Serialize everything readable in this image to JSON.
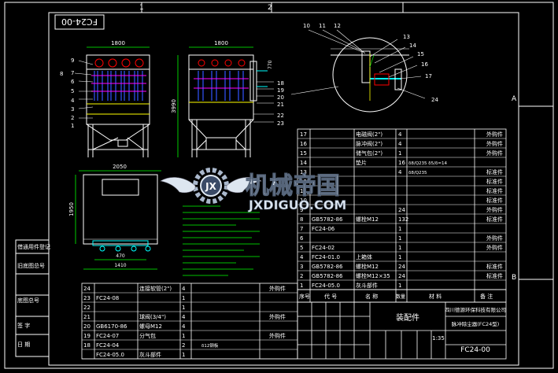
{
  "drawing_no_stamp": "FC24-00",
  "dims": {
    "front_width": "1800",
    "side_width": "1800",
    "height_total": "3990",
    "height_upper": "770",
    "plan_width": "2050",
    "plan_depth": "1950",
    "plan_inner": "1410",
    "plan_b": "470"
  },
  "front_callouts": [
    "9",
    "8",
    "7",
    "6",
    "5",
    "4",
    "3",
    "2",
    "1"
  ],
  "side_callouts": [
    "18",
    "19",
    "20",
    "21",
    "22",
    "23"
  ],
  "detail_callouts": [
    "10",
    "11",
    "12",
    "13",
    "14",
    "15",
    "16",
    "17",
    "24"
  ],
  "border_letters": {
    "A": "A",
    "B": "B"
  },
  "border_numbers": {
    "n1": "1",
    "n2": "2"
  },
  "watermark": {
    "cn": "机械帝国",
    "en": "JXDIGUO.COM"
  },
  "bom_right": [
    {
      "no": "17",
      "code": "",
      "name": "电磁阀(2\")",
      "qty": "4",
      "mat": "",
      "note": "外购件"
    },
    {
      "no": "16",
      "code": "",
      "name": "脉冲阀(2\")",
      "qty": "4",
      "mat": "",
      "note": "外购件"
    },
    {
      "no": "15",
      "code": "",
      "name": "储气包(2\")",
      "qty": "1",
      "mat": "",
      "note": "外购件"
    },
    {
      "no": "14",
      "code": "",
      "name": "垫片",
      "qty": "16",
      "mat": "δ8/Q235 δ5/δ=14",
      "note": ""
    },
    {
      "no": "13",
      "code": "",
      "name": "",
      "qty": "4",
      "mat": "δ8/Q235",
      "note": "标准件"
    },
    {
      "no": "12",
      "code": "",
      "name": "",
      "qty": "",
      "mat": "",
      "note": "标准件"
    },
    {
      "no": "11",
      "code": "",
      "name": "",
      "qty": "",
      "mat": "",
      "note": "标准件"
    },
    {
      "no": "10",
      "code": "",
      "name": "",
      "qty": "",
      "mat": "",
      "note": "标准件"
    },
    {
      "no": "9",
      "code": "",
      "name": "",
      "qty": "24",
      "mat": "",
      "note": "外购件"
    },
    {
      "no": "8",
      "code": "GB5782-86",
      "name": "螺栓M12",
      "qty": "132",
      "mat": "",
      "note": "标准件"
    },
    {
      "no": "7",
      "code": "FC24-06",
      "name": "",
      "qty": "1",
      "mat": "",
      "note": ""
    },
    {
      "no": "6",
      "code": "",
      "name": "",
      "qty": "1",
      "mat": "",
      "note": "外购件"
    },
    {
      "no": "5",
      "code": "FC24-02",
      "name": "",
      "qty": "1",
      "mat": "",
      "note": "外购件"
    },
    {
      "no": "4",
      "code": "FC24-01.0",
      "name": "上箱体",
      "qty": "1",
      "mat": "",
      "note": ""
    },
    {
      "no": "3",
      "code": "GB5782-86",
      "name": "螺栓M12",
      "qty": "24",
      "mat": "",
      "note": "标准件"
    },
    {
      "no": "2",
      "code": "GB5782-86",
      "name": "螺栓M12×35",
      "qty": "24",
      "mat": "",
      "note": "标准件"
    },
    {
      "no": "1",
      "code": "FC24-05.0",
      "name": "灰斗部件",
      "qty": "1",
      "mat": "",
      "note": ""
    }
  ],
  "bom_left": [
    {
      "no": "24",
      "code": "",
      "name": "连接软管(2\")",
      "qty": "4",
      "mat": "",
      "note": "外购件"
    },
    {
      "no": "23",
      "code": "FC24-08",
      "name": "",
      "qty": "1",
      "mat": "",
      "note": ""
    },
    {
      "no": "22",
      "code": "",
      "name": "",
      "qty": "1",
      "mat": "",
      "note": ""
    },
    {
      "no": "21",
      "code": "",
      "name": "球阀(3/4\")",
      "qty": "4",
      "mat": "",
      "note": "外购件"
    },
    {
      "no": "20",
      "code": "GB6170-86",
      "name": "螺母M12",
      "qty": "4",
      "mat": "",
      "note": ""
    },
    {
      "no": "19",
      "code": "FC24-07",
      "name": "分气包",
      "qty": "1",
      "mat": "",
      "note": "外购件"
    },
    {
      "no": "18",
      "code": "FC24-04",
      "name": "",
      "qty": "2",
      "mat": "δ12钢板",
      "note": ""
    },
    {
      "no": "",
      "code": "FC24-05.0",
      "name": "灰斗部件",
      "qty": "1",
      "mat": "",
      "note": ""
    }
  ],
  "header_row": {
    "no": "序号",
    "code": "代  号",
    "name": "名  称",
    "qty": "数量",
    "mat": "材  料",
    "note": "备  注"
  },
  "title_block": {
    "assembly": "装配件",
    "company": "四川德源环保科技有限公司",
    "product": "脉冲除尘器(FC24型)",
    "scale": "1:35",
    "drawing_no": "FC24-00"
  },
  "left_sign": [
    "借通用件登记",
    "旧底图总号",
    "底图总号",
    "签 字",
    "日 期"
  ],
  "colors": {
    "line_white": "#ffffff",
    "line_cyan": "#00ffff",
    "line_yellow": "#ffff00",
    "line_magenta": "#ff00ff",
    "line_blue": "#3355ff",
    "line_green": "#00ff00",
    "line_red": "#ff0000"
  }
}
